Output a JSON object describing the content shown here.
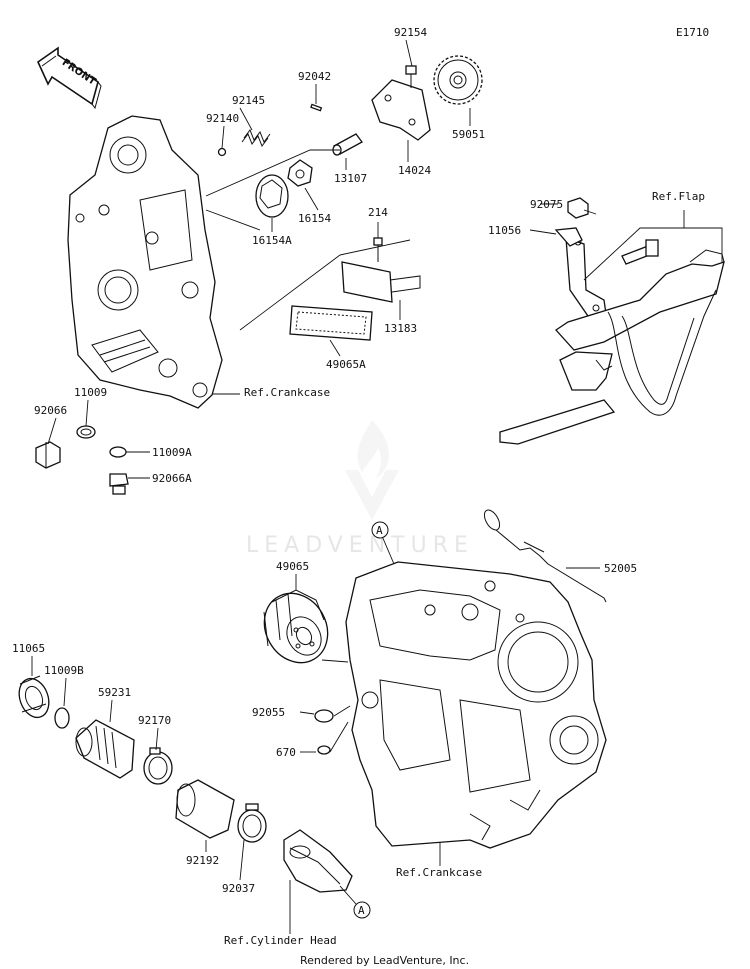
{
  "diagram_code": "E1710",
  "front_label": "FRONT",
  "watermark": "LEADVENTURE",
  "credit": "Rendered by LeadVenture, Inc.",
  "parts": {
    "p92154": "92154",
    "p92042": "92042",
    "p92145": "92145",
    "p92140": "92140",
    "p59051": "59051",
    "p13107": "13107",
    "p14024": "14024",
    "p16154": "16154",
    "p16154A": "16154A",
    "p214": "214",
    "p13183": "13183",
    "p49065A": "49065A",
    "p11009": "11009",
    "p92066": "92066",
    "p11009A": "11009A",
    "p92066A": "92066A",
    "p92075": "92075",
    "p11056": "11056",
    "p49065": "49065",
    "p52005": "52005",
    "p11065": "11065",
    "p11009B": "11009B",
    "p59231": "59231",
    "p92170": "92170",
    "p92055": "92055",
    "p670": "670",
    "p92192": "92192",
    "p92037": "92037"
  },
  "refs": {
    "crankcase_top": "Ref.Crankcase",
    "flap": "Ref.Flap",
    "crankcase_bottom": "Ref.Crankcase",
    "cylinder_head": "Ref.Cylinder Head"
  },
  "markers": {
    "a_top": "A",
    "a_bottom": "A"
  }
}
